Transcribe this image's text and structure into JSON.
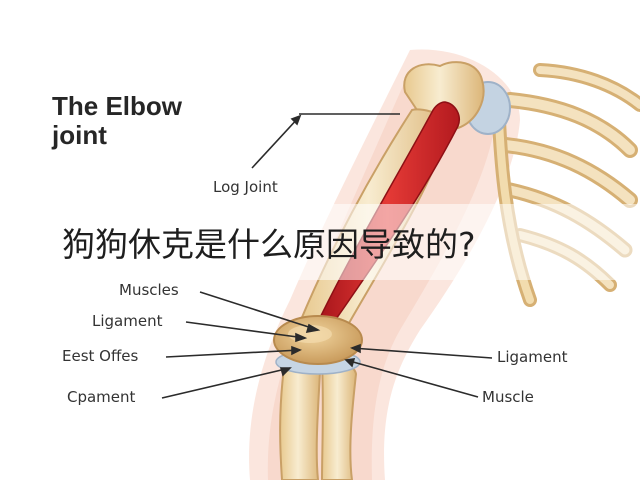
{
  "title": {
    "line1": "The Elbow",
    "line2": "joint"
  },
  "labels": {
    "log_joint": "Log Joint",
    "muscles": "Muscles",
    "ligament_left": "Ligament",
    "est_offes": "Eest Offes",
    "cpament": "Cpament",
    "ligament_right": "Ligament",
    "muscle_right": "Muscle"
  },
  "banner": {
    "text": "狗狗休克是什么原因导致的?"
  },
  "colors": {
    "bone": "#f2dfb6",
    "bone_shadow": "#d9b77f",
    "muscle": "#d8262a",
    "joint": "#dcb57a",
    "cartilage": "#bfd0e2",
    "skin_glow": "#f7cfc2"
  }
}
